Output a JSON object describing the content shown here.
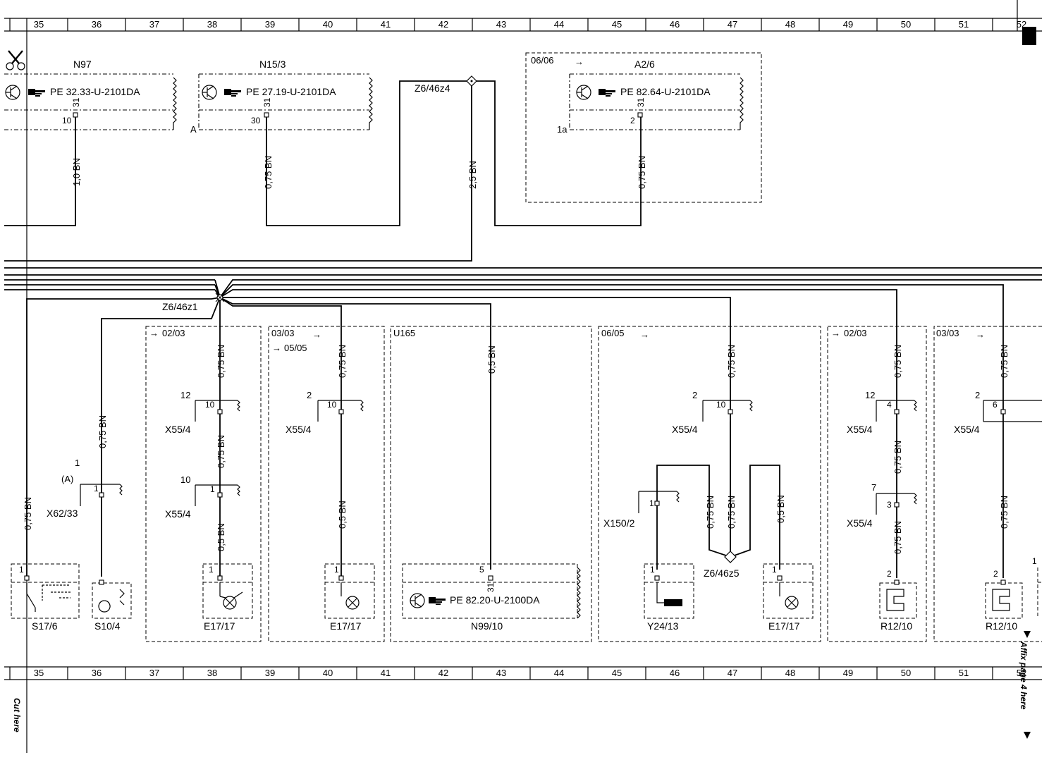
{
  "grid": {
    "numbers": [
      "35",
      "36",
      "37",
      "38",
      "39",
      "40",
      "41",
      "42",
      "43",
      "44",
      "45",
      "46",
      "47",
      "48",
      "49",
      "50",
      "51",
      "52"
    ]
  },
  "components_top": {
    "n97": {
      "label": "N97",
      "ref": "PE 32.33-U-2101DA",
      "pin_a": "31",
      "pin_b": "10"
    },
    "n15_3": {
      "label": "N15/3",
      "ref": "PE 27.19-U-2101DA",
      "pin_a": "31",
      "pin_b": "30",
      "side_label": "A"
    },
    "z6_46z4": {
      "label": "Z6/46z4"
    },
    "a2_6": {
      "label": "A2/6",
      "ref": "PE 82.64-U-2101DA",
      "pin_a": "31",
      "pin_b": "2",
      "side_label": "1a",
      "zone": "06/06"
    }
  },
  "wires_top": {
    "n97": "1,0 BN",
    "n15_3": "0,75 BN",
    "z6_46z4": "2,5 BN",
    "a2_6": "0,75 BN"
  },
  "splice": {
    "label": "Z6/46z1"
  },
  "zones": {
    "z1": "02/03",
    "z2": "03/03",
    "z2b": "05/05",
    "z3": "U165",
    "z4": "06/05",
    "z5": "02/03",
    "z6": "03/03"
  },
  "left": {
    "wire_a": "0,75 BN",
    "wire_b": "0,75 BN",
    "x62_33": {
      "label": "X62/33",
      "pin": "1",
      "pin_a": "1",
      "side": "(A)"
    },
    "s17_6": {
      "label": "S17/6",
      "pin": "1"
    },
    "s10_4": {
      "label": "S10/4"
    }
  },
  "col38": {
    "w1": "0,75 BN",
    "w2": "0,75 BN",
    "w3": "0,5 BN",
    "x55_4a": {
      "label": "X55/4",
      "outer": "12",
      "inner": "10"
    },
    "x55_4b": {
      "label": "X55/4",
      "outer": "10",
      "inner": "1"
    },
    "lamp": {
      "label": "E17/17",
      "pin": "1"
    }
  },
  "col40": {
    "w1": "0,75 BN",
    "w2": "0,5 BN",
    "x55_4": {
      "label": "X55/4",
      "outer": "2",
      "inner": "10"
    },
    "lamp": {
      "label": "E17/17",
      "pin": "1"
    }
  },
  "col43": {
    "w1": "0,5 BN",
    "n99_10": {
      "label": "N99/10",
      "ref": "PE 82.20-U-2100DA",
      "pin_top": "5",
      "pin_bot": "31"
    }
  },
  "col47": {
    "w1": "0,75 BN",
    "w2": "0,75 BN",
    "w3": "0,75 BN",
    "w4": "0,5 BN",
    "x55_4": {
      "label": "X55/4",
      "outer": "2",
      "inner": "10"
    },
    "x150_2": {
      "label": "X150/2",
      "inner": "1"
    },
    "z6_46z5": {
      "label": "Z6/46z5"
    },
    "y24_13": {
      "label": "Y24/13",
      "pin": "1"
    },
    "lamp": {
      "label": "E17/17",
      "pin": "1"
    }
  },
  "col50": {
    "w1": "0,75 BN",
    "w2": "0,75 BN",
    "w3": "0,75 BN",
    "x55_4a": {
      "label": "X55/4",
      "outer": "12",
      "inner": "4"
    },
    "x55_4b": {
      "label": "X55/4",
      "outer": "7",
      "inner": "3"
    },
    "r12_10": {
      "label": "R12/10",
      "pin": "2"
    }
  },
  "col52": {
    "w1": "0,75 BN",
    "w2": "0,75 BN",
    "x55_4": {
      "label": "X55/4",
      "outer": "2",
      "inner": "6"
    },
    "r12_10": {
      "label": "R12/10",
      "pin": "2",
      "pin_b": "1"
    }
  },
  "margin": {
    "cut_here": "Cut here",
    "affix": "Affix page 4 here"
  }
}
